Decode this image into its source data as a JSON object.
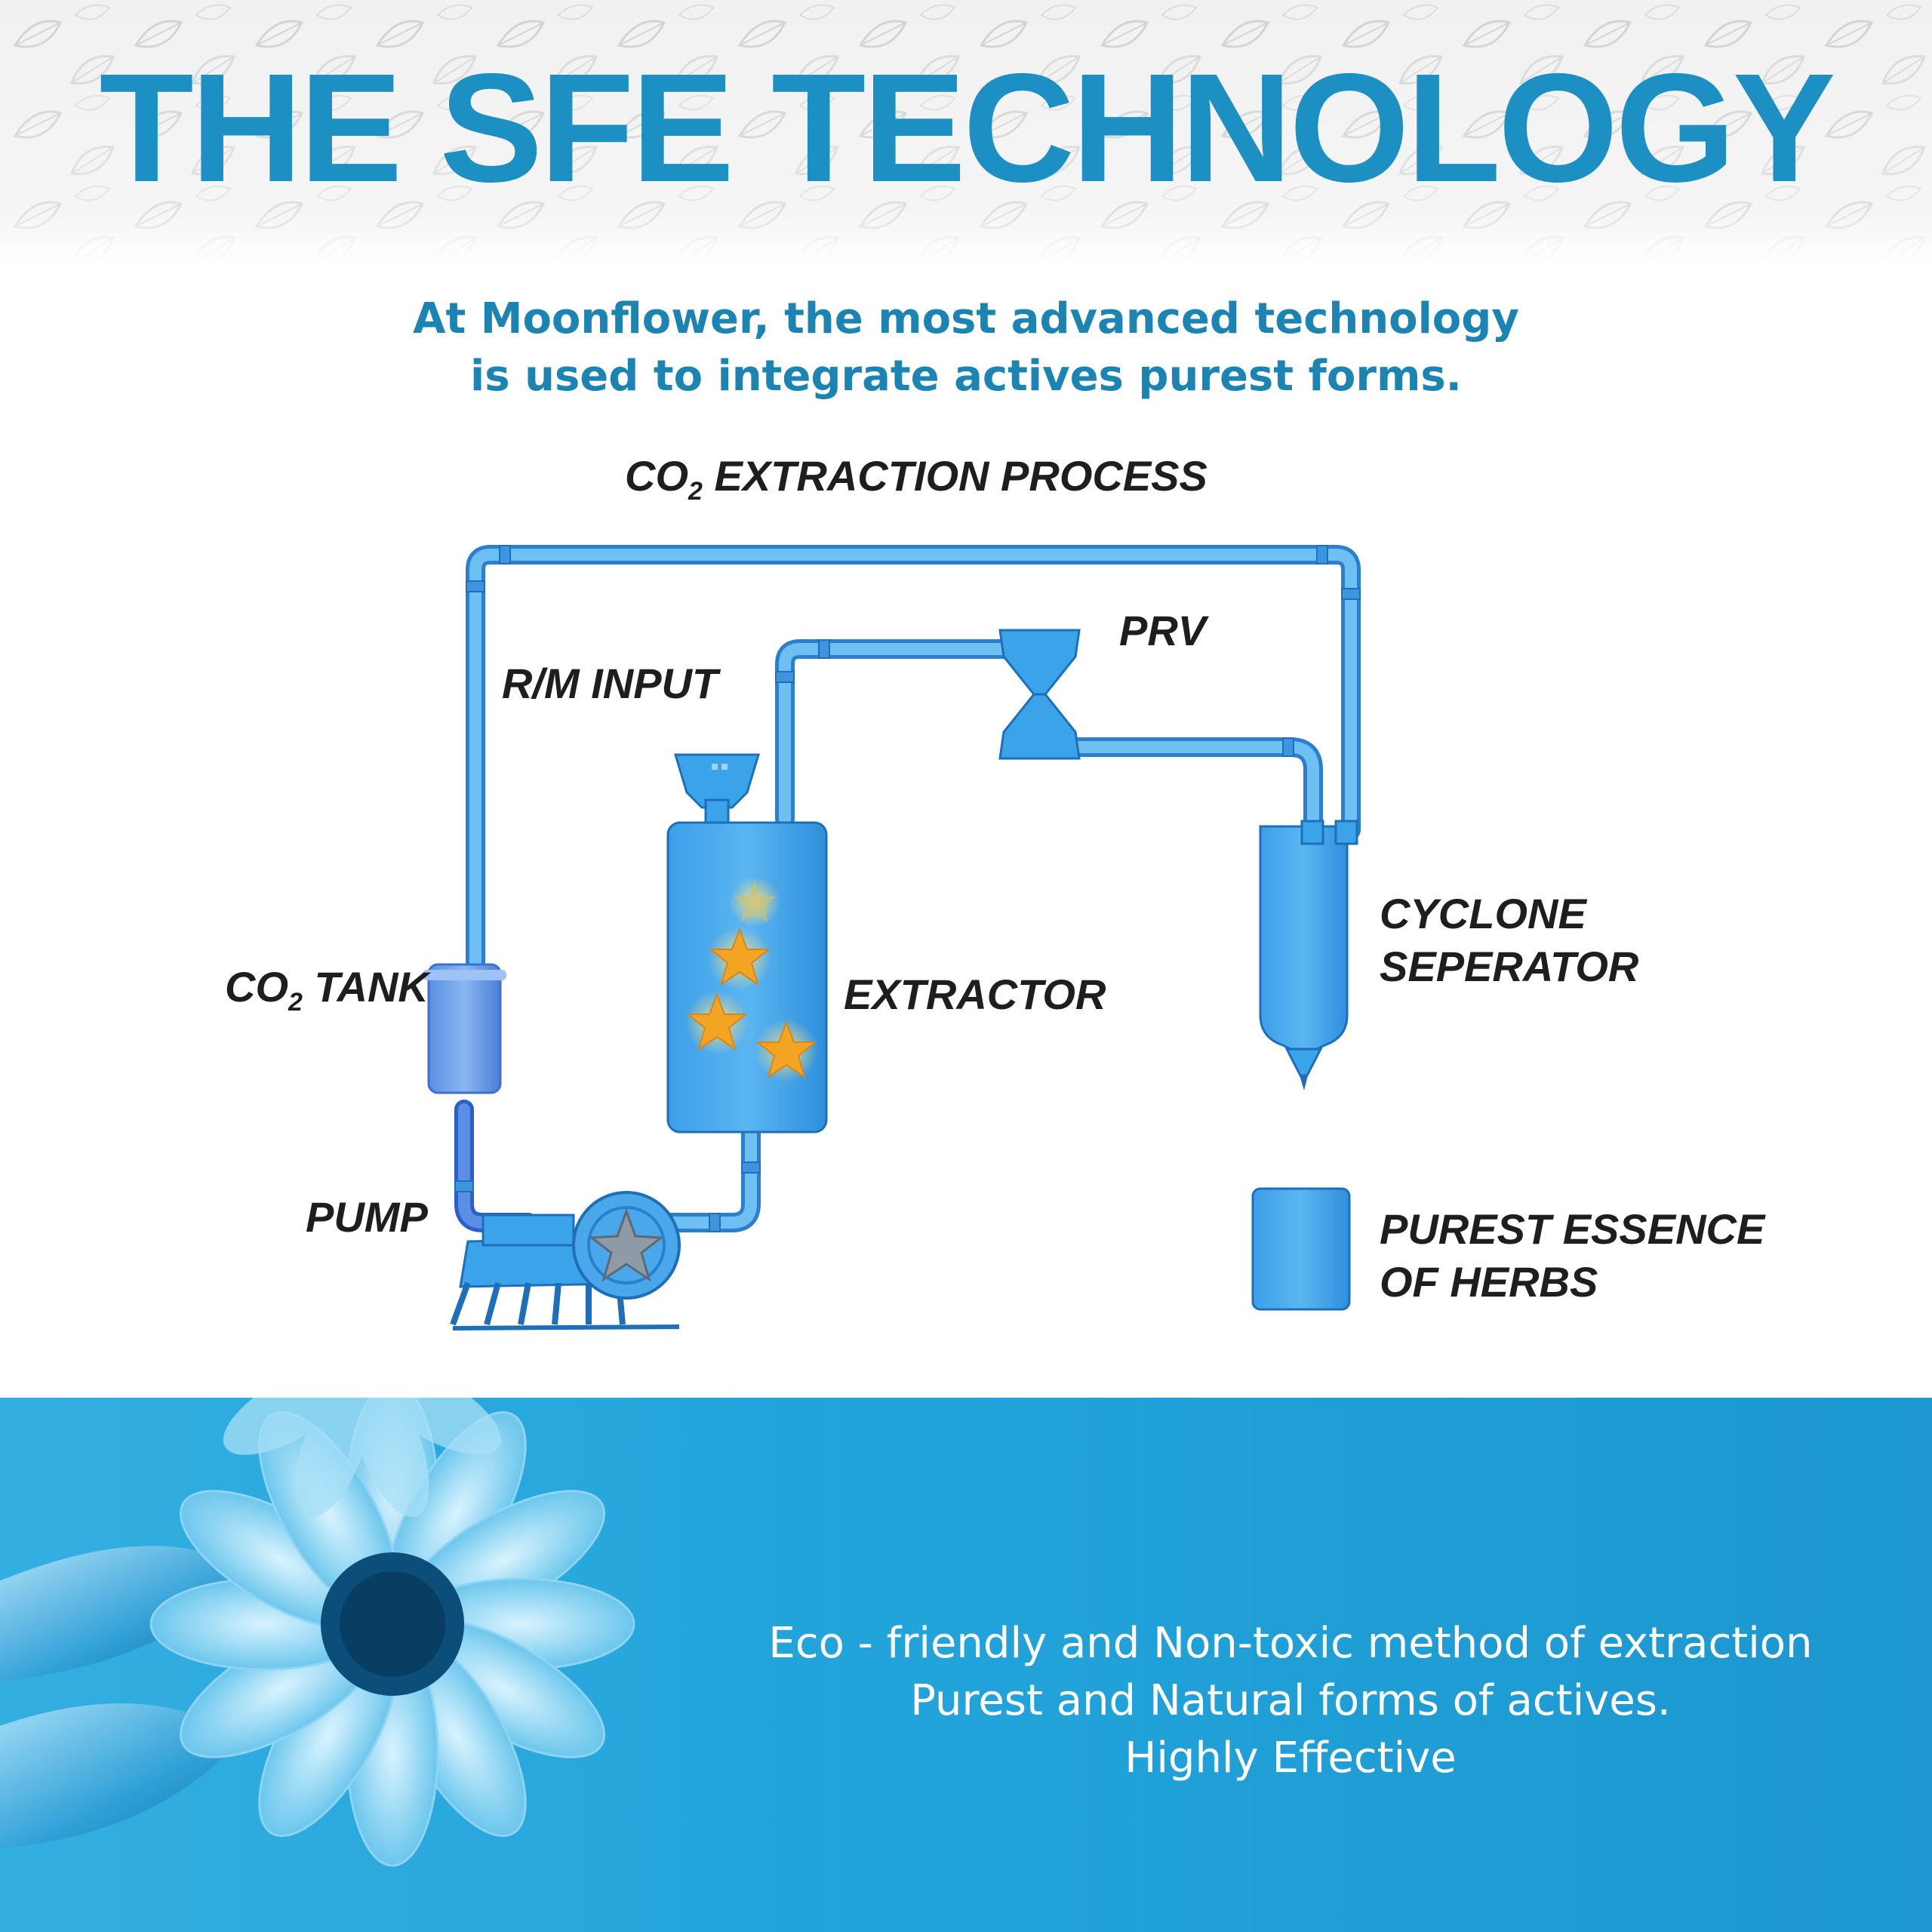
{
  "header": {
    "title": "THE SFE TECHNOLOGY",
    "subtitle_lines": [
      "At Moonflower, the most advanced technology",
      "is used to integrate actives purest forms."
    ]
  },
  "diagram": {
    "title_prefix": "CO",
    "title_sub": "2",
    "title_suffix": " EXTRACTION PROCESS",
    "labels": {
      "prv": "PRV",
      "rm_input": "R/M INPUT",
      "co2_tank_prefix": "CO",
      "co2_tank_sub": "2",
      "co2_tank_suffix": " TANK",
      "extractor": "EXTRACTOR",
      "cyclone_line1": "CYCLONE",
      "cyclone_line2": "SEPERATOR",
      "pump": "PUMP",
      "purest_line1": "PUREST ESSENCE",
      "purest_line2": "OF HERBS"
    }
  },
  "footer": {
    "lines": [
      "Eco - friendly and Non-toxic method of extraction",
      "Purest and Natural forms of actives.",
      "Highly Effective"
    ]
  },
  "colors": {
    "title": "#1c8fc3",
    "subtitle": "#1b84b3",
    "equipment": "#3ba3ea",
    "equipment_edge": "#1c6fb8",
    "footer_band": "#22a4db"
  },
  "icons": [
    "leaf-pattern-icon",
    "flower-icon",
    "star-flower-icon",
    "pump-fan-icon"
  ]
}
